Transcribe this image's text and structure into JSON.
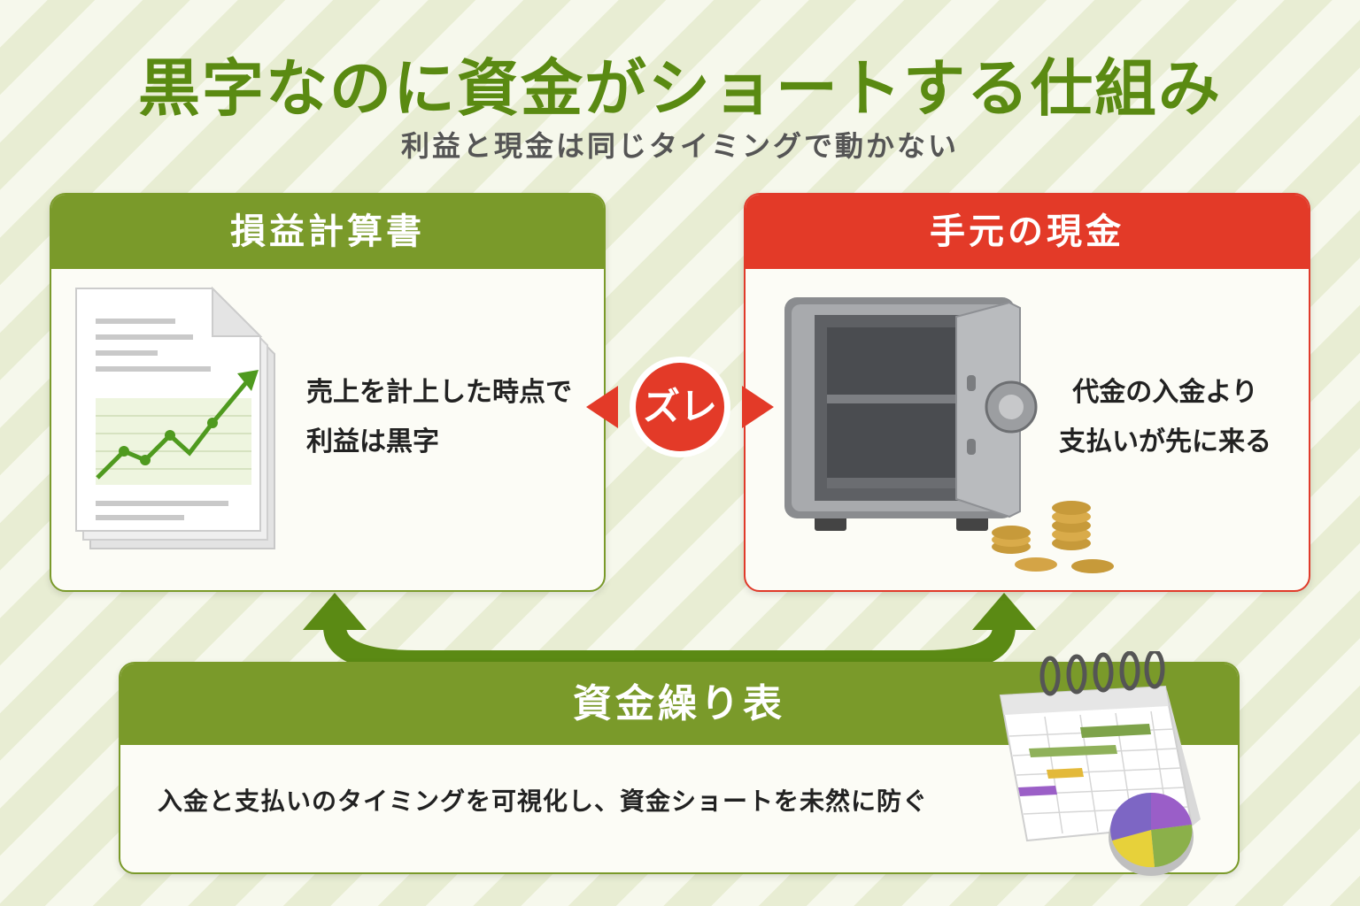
{
  "title": "黒字なのに資金がショートする仕組み",
  "subtitle": "利益と現金は同じタイミングで動かない",
  "colors": {
    "title_green": "#5a8a12",
    "panel_green": "#7a9a2a",
    "panel_red": "#e33a28",
    "arrow_green": "#5b8a14"
  },
  "pl_panel": {
    "header": "損益計算書",
    "icon": "document-chart-icon",
    "description_lines": [
      "売上を計上した時点で",
      "利益は黒字"
    ]
  },
  "gap_badge": {
    "label": "ズレ"
  },
  "cash_panel": {
    "header": "手元の現金",
    "icon": "empty-safe-icon",
    "description_lines": [
      "代金の入金より",
      "支払いが先に来る"
    ]
  },
  "cashflow_panel": {
    "header": "資金繰り表",
    "icon": "calendar-pie-chart-icon",
    "description": "入金と支払いのタイミングを可視化し、資金ショートを未然に防ぐ"
  }
}
